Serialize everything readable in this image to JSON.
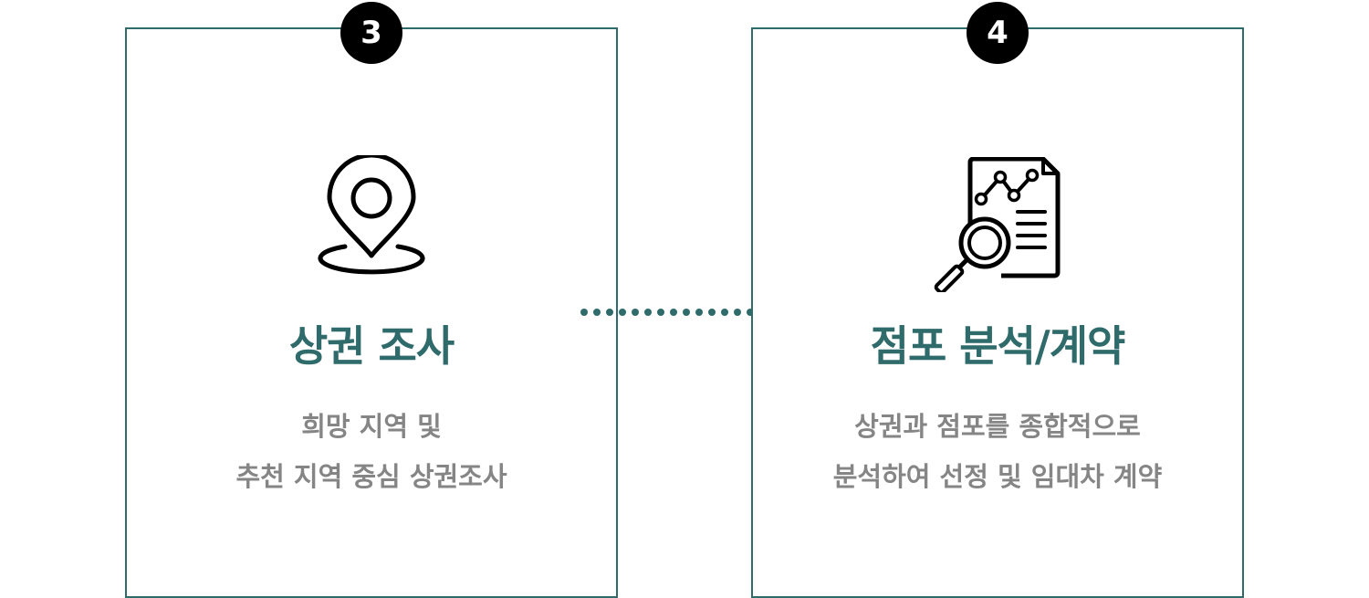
{
  "steps": [
    {
      "number": "3",
      "icon": "location-pin-icon",
      "title": "상권 조사",
      "description": [
        "희망 지역 및",
        "추천 지역 중심 상권조사"
      ]
    },
    {
      "number": "4",
      "icon": "document-analysis-icon",
      "title": "점포 분석/계약",
      "description": [
        "상권과 점포를 종합적으로",
        "분석하여 선정 및 임대차 계약"
      ]
    }
  ],
  "colors": {
    "accent": "#2f6b6b",
    "badge": "#000000",
    "description_text": "#858585"
  }
}
